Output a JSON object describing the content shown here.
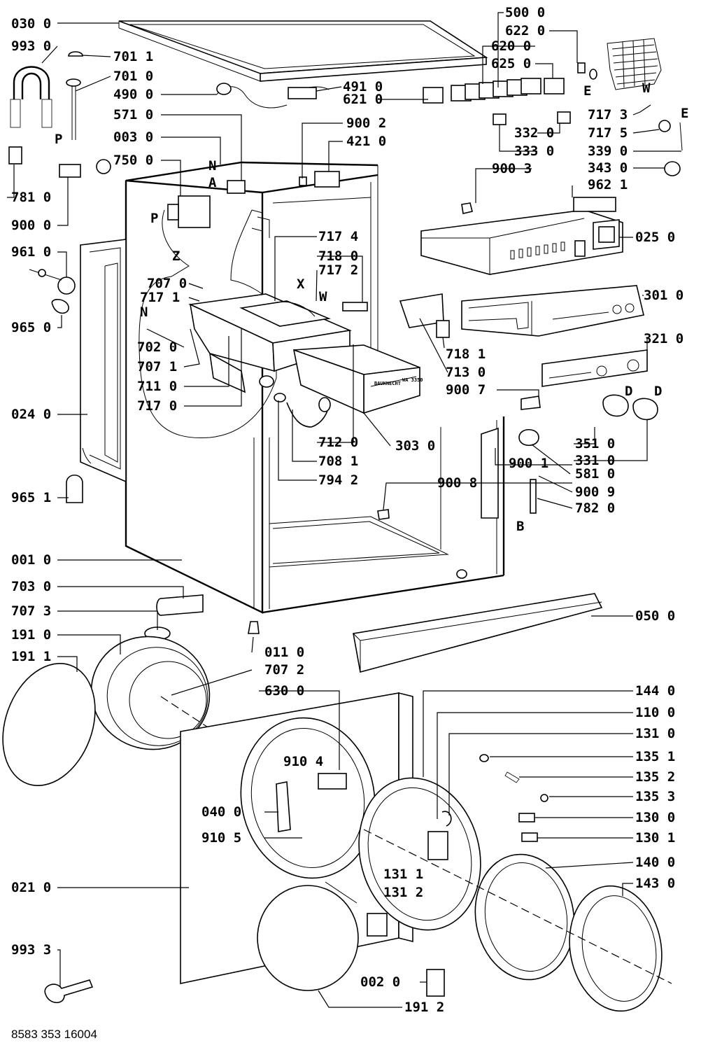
{
  "labels": [
    {
      "id": "030-0",
      "text": "030 0"
    },
    {
      "id": "993-0",
      "text": "993 0"
    },
    {
      "id": "701-1",
      "text": "701 1"
    },
    {
      "id": "701-0",
      "text": "701 0"
    },
    {
      "id": "490-0",
      "text": "490 0"
    },
    {
      "id": "571-0",
      "text": "571 0"
    },
    {
      "id": "003-0",
      "text": "003 0"
    },
    {
      "id": "750-0",
      "text": "750 0"
    },
    {
      "id": "781-0",
      "text": "781 0"
    },
    {
      "id": "900-0",
      "text": "900 0"
    },
    {
      "id": "961-0",
      "text": "961 0"
    },
    {
      "id": "965-0",
      "text": "965 0"
    },
    {
      "id": "707-0",
      "text": "707 0"
    },
    {
      "id": "717-1",
      "text": "717 1"
    },
    {
      "id": "702-0",
      "text": "702 0"
    },
    {
      "id": "707-1",
      "text": "707 1"
    },
    {
      "id": "711-0",
      "text": "711 0"
    },
    {
      "id": "717-0",
      "text": "717 0"
    },
    {
      "id": "024-0",
      "text": "024 0"
    },
    {
      "id": "965-1",
      "text": "965 1"
    },
    {
      "id": "001-0",
      "text": "001 0"
    },
    {
      "id": "703-0",
      "text": "703 0"
    },
    {
      "id": "707-3",
      "text": "707 3"
    },
    {
      "id": "191-0",
      "text": "191 0"
    },
    {
      "id": "191-1",
      "text": "191 1"
    },
    {
      "id": "021-0",
      "text": "021 0"
    },
    {
      "id": "993-3",
      "text": "993 3"
    },
    {
      "id": "500-0",
      "text": "500 0"
    },
    {
      "id": "622-0",
      "text": "622 0"
    },
    {
      "id": "620-0",
      "text": "620 0"
    },
    {
      "id": "625-0",
      "text": "625 0"
    },
    {
      "id": "491-0",
      "text": "491 0"
    },
    {
      "id": "621-0",
      "text": "621 0"
    },
    {
      "id": "900-2",
      "text": "900 2"
    },
    {
      "id": "421-0",
      "text": "421 0"
    },
    {
      "id": "717-3",
      "text": "717 3"
    },
    {
      "id": "717-5",
      "text": "717 5"
    },
    {
      "id": "332-0",
      "text": "332 0"
    },
    {
      "id": "333-0",
      "text": "333 0"
    },
    {
      "id": "339-0",
      "text": "339 0"
    },
    {
      "id": "343-0",
      "text": "343 0"
    },
    {
      "id": "900-3",
      "text": "900 3"
    },
    {
      "id": "962-1",
      "text": "962 1"
    },
    {
      "id": "025-0",
      "text": "025 0"
    },
    {
      "id": "717-4",
      "text": "717 4"
    },
    {
      "id": "718-0",
      "text": "718 0"
    },
    {
      "id": "717-2",
      "text": "717 2"
    },
    {
      "id": "301-0",
      "text": "301 0"
    },
    {
      "id": "321-0",
      "text": "321 0"
    },
    {
      "id": "718-1",
      "text": "718 1"
    },
    {
      "id": "713-0",
      "text": "713 0"
    },
    {
      "id": "900-7",
      "text": "900 7"
    },
    {
      "id": "712-0",
      "text": "712 0"
    },
    {
      "id": "303-0",
      "text": "303 0"
    },
    {
      "id": "708-1",
      "text": "708 1"
    },
    {
      "id": "794-2",
      "text": "794 2"
    },
    {
      "id": "351-0",
      "text": "351 0"
    },
    {
      "id": "331-0",
      "text": "331 0"
    },
    {
      "id": "581-0",
      "text": "581 0"
    },
    {
      "id": "900-1",
      "text": "900 1"
    },
    {
      "id": "900-8",
      "text": "900 8"
    },
    {
      "id": "900-9",
      "text": "900 9"
    },
    {
      "id": "782-0",
      "text": "782 0"
    },
    {
      "id": "011-0",
      "text": "011 0"
    },
    {
      "id": "050-0",
      "text": "050 0"
    },
    {
      "id": "707-2",
      "text": "707 2"
    },
    {
      "id": "630-0",
      "text": "630 0"
    },
    {
      "id": "910-4",
      "text": "910 4"
    },
    {
      "id": "040-0",
      "text": "040 0"
    },
    {
      "id": "910-5",
      "text": "910 5"
    },
    {
      "id": "144-0",
      "text": "144 0"
    },
    {
      "id": "110-0",
      "text": "110 0"
    },
    {
      "id": "131-0",
      "text": "131 0"
    },
    {
      "id": "135-1",
      "text": "135 1"
    },
    {
      "id": "135-2",
      "text": "135 2"
    },
    {
      "id": "135-3",
      "text": "135 3"
    },
    {
      "id": "130-0",
      "text": "130 0"
    },
    {
      "id": "130-1",
      "text": "130 1"
    },
    {
      "id": "140-0",
      "text": "140 0"
    },
    {
      "id": "143-0",
      "text": "143 0"
    },
    {
      "id": "131-1",
      "text": "131 1"
    },
    {
      "id": "131-2",
      "text": "131 2"
    },
    {
      "id": "002-0",
      "text": "002 0"
    },
    {
      "id": "191-2",
      "text": "191 2"
    }
  ],
  "letters": [
    {
      "id": "P1",
      "text": "P"
    },
    {
      "id": "P2",
      "text": "P"
    },
    {
      "id": "N1",
      "text": "N"
    },
    {
      "id": "A",
      "text": "A"
    },
    {
      "id": "Z",
      "text": "Z"
    },
    {
      "id": "N2",
      "text": "N"
    },
    {
      "id": "X",
      "text": "X"
    },
    {
      "id": "W1",
      "text": "W"
    },
    {
      "id": "E1",
      "text": "E"
    },
    {
      "id": "W2",
      "text": "W"
    },
    {
      "id": "E2",
      "text": "E"
    },
    {
      "id": "D1",
      "text": "D"
    },
    {
      "id": "D2",
      "text": "D"
    },
    {
      "id": "B",
      "text": "B"
    }
  ],
  "footer": "8583 353 16004"
}
